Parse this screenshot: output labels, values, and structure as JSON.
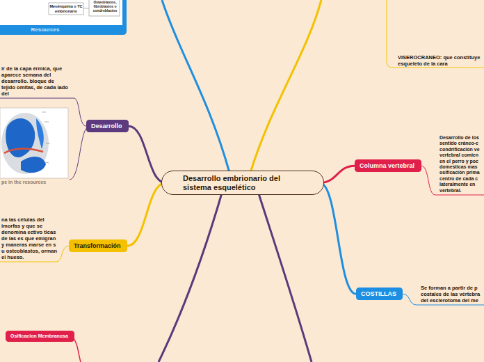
{
  "diagram": {
    "nodes": [
      {
        "text": [
          "Desarrollo embrionario del sistema esquelético"
        ]
      },
      {
        "text": [
          "Desarrollo"
        ]
      },
      {
        "text": [
          "Transformación"
        ]
      },
      {
        "text": [
          "Columna vertebral"
        ]
      },
      {
        "text": [
          "COSTILLAS"
        ]
      },
      {
        "text": [
          "Osificacion Membranosa"
        ]
      }
    ],
    "edges": [
      {
        "from": 0,
        "to": 1,
        "arrow": "none"
      },
      {
        "from": 0,
        "to": 2,
        "arrow": "none"
      },
      {
        "from": 0,
        "to": 3,
        "arrow": "none"
      },
      {
        "from": 0,
        "to": 4,
        "arrow": "none"
      }
    ],
    "labels": [
      "Mesénquima o TC embrionario",
      "Osteoblastos, fibroblastos o condroblastos",
      "Resources",
      "ir de la capa érmica, que aparece semana del desarrollo. bloque de tejido omitas, de cada lado del",
      "pe in the resources",
      "na las células del imorfas y que se denomina ectivo ticas de las es que emigran y maneras marse en s u osteoblastos, orman el hueso.",
      "VISEROCRANEO: que constituye esqueleto de la cara",
      "Desarrollo de los sentido cráneo-c condrificación ve vertebral comien en el perro y poc domesticas mas osificación prima centro de cada c lateralmente en vertebral.",
      "Se forman a partir de p costales de las vértebra del esclerotoma del me"
    ]
  }
}
